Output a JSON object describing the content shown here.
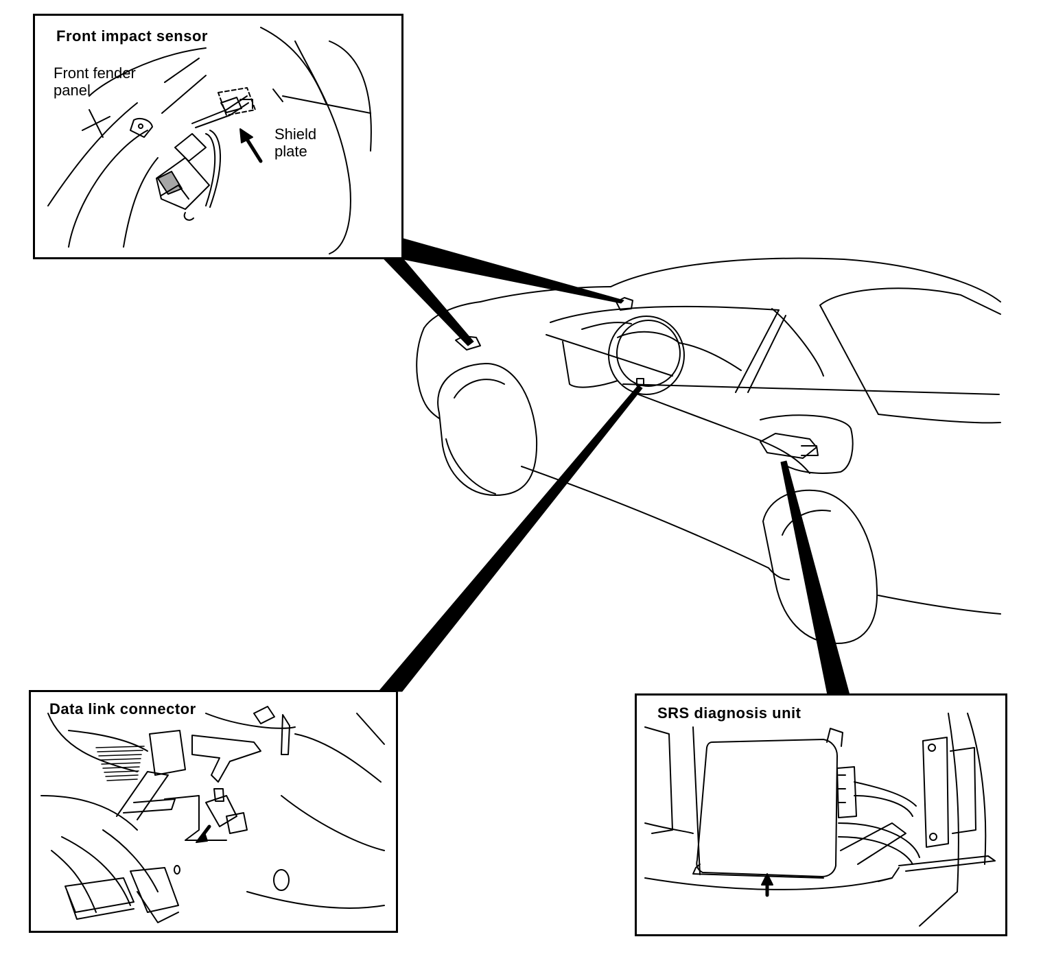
{
  "callouts": {
    "front_impact_sensor": {
      "title": "Front impact sensor",
      "labels": {
        "fender": "Front fender\npanel",
        "shield": "Shield\nplate"
      }
    },
    "data_link_connector": {
      "title": "Data link connector"
    },
    "srs_diagnosis_unit": {
      "title": "SRS diagnosis unit"
    }
  }
}
